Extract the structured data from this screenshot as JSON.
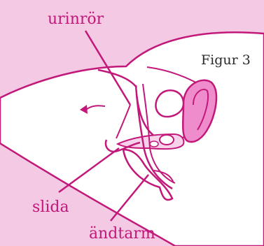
{
  "labels": {
    "urethra": "urinrör",
    "vagina": "slida",
    "rectum": "ändtarm",
    "figure": "Figur 3"
  },
  "colors": {
    "background": "#f3c9e3",
    "body": "#ffffff",
    "line": "#c2187a",
    "organ_fill": "#e87fbf",
    "uterus_fill": "#ef8ccb",
    "cavity_fill": "#ffffff"
  }
}
